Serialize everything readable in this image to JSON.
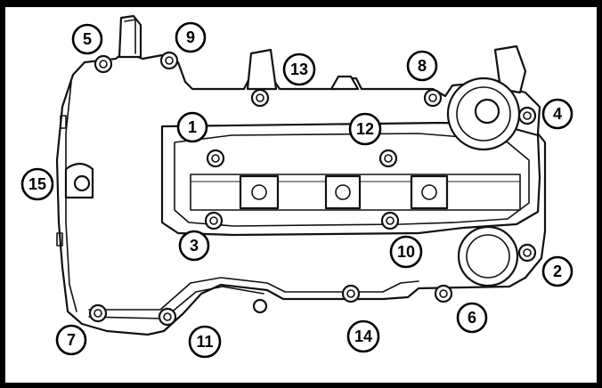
{
  "callouts": [
    {
      "id": "c5",
      "label": "5"
    },
    {
      "id": "c9",
      "label": "9"
    },
    {
      "id": "c13",
      "label": "13"
    },
    {
      "id": "c8",
      "label": "8"
    },
    {
      "id": "c4",
      "label": "4"
    },
    {
      "id": "c1",
      "label": "1"
    },
    {
      "id": "c12",
      "label": "12"
    },
    {
      "id": "c15",
      "label": "15"
    },
    {
      "id": "c3",
      "label": "3"
    },
    {
      "id": "c10",
      "label": "10"
    },
    {
      "id": "c2",
      "label": "2"
    },
    {
      "id": "c6",
      "label": "6"
    },
    {
      "id": "c7",
      "label": "7"
    },
    {
      "id": "c11",
      "label": "11"
    },
    {
      "id": "c14",
      "label": "14"
    }
  ],
  "colors": {
    "line": "#111111",
    "background": "#ffffff",
    "frame": "#000000"
  }
}
